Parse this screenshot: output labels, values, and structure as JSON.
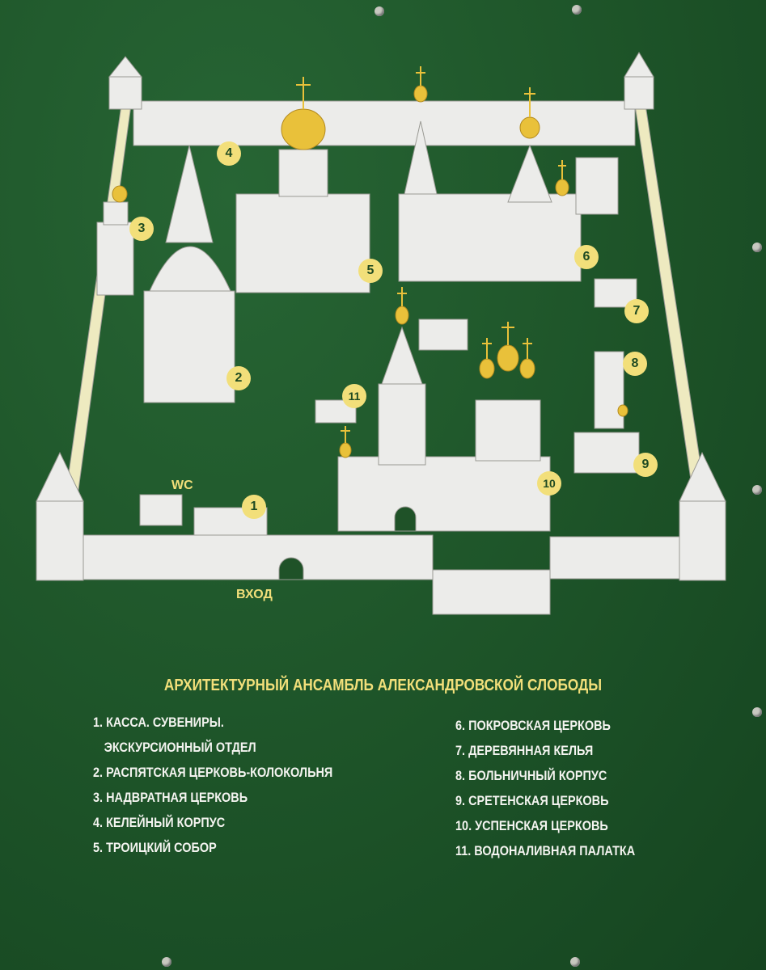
{
  "board": {
    "title": "АРХИТЕКТУРНЫЙ АНСАМБЛЬ АЛЕКСАНДРОВСКОЙ СЛОБОДЫ",
    "entrance_label": "ВХОД",
    "wc_label": "WC"
  },
  "markers": [
    "1",
    "2",
    "3",
    "4",
    "5",
    "6",
    "7",
    "8",
    "9",
    "10",
    "11"
  ],
  "legend_left": [
    "1. КАССА. СУВЕНИРЫ.",
    "ЭКСКУРСИОННЫЙ ОТДЕЛ",
    "2. РАСПЯТСКАЯ ЦЕРКОВЬ-КОЛОКОЛЬНЯ",
    "3. НАДВРАТНАЯ ЦЕРКОВЬ",
    "4. КЕЛЕЙНЫЙ КОРПУС",
    "5. ТРОИЦКИЙ СОБОР"
  ],
  "legend_right": [
    "6. ПОКРОВСКАЯ ЦЕРКОВЬ",
    "7. ДЕРЕВЯННАЯ КЕЛЬЯ",
    "8. БОЛЬНИЧНЫЙ КОРПУС",
    "9. СРЕТЕНСКАЯ ЦЕРКОВЬ",
    "10. УСПЕНСКАЯ ЦЕРКОВЬ",
    "11. ВОДОНАЛИВНАЯ ПАЛАТКА"
  ],
  "colors": {
    "background": "#1f5228",
    "building": "#ececea",
    "dome_gold": "#e9c13a",
    "text_yellow": "#f2df7a",
    "text_white": "#f4f4f0"
  }
}
